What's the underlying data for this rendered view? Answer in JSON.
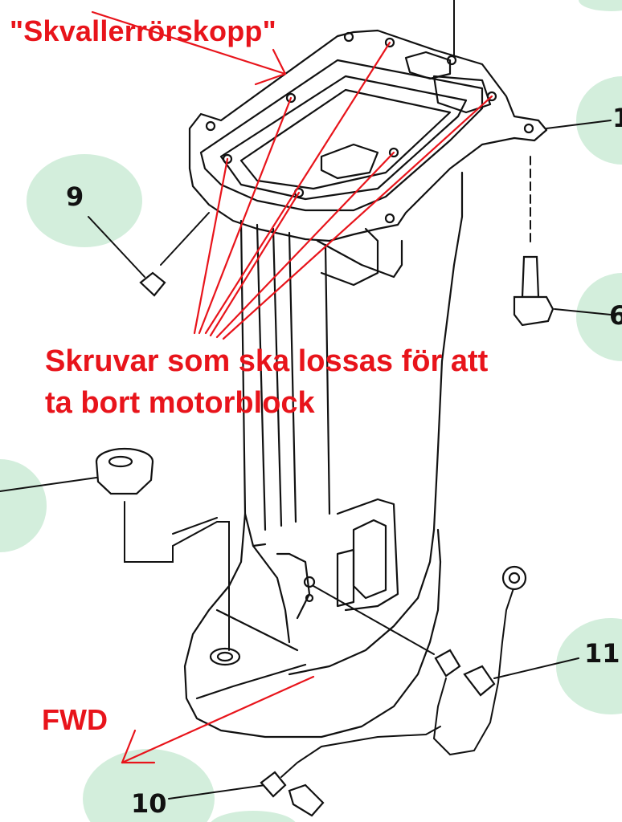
{
  "annotations": {
    "title": "\"Skvallerrörskopp\"",
    "bolts_line1": "Skruvar som ska lossas för att",
    "bolts_line2": "ta bort motorblock",
    "forward": "FWD"
  },
  "callouts": {
    "c9": "9",
    "c10": "10",
    "c11": "11",
    "c6": "6",
    "c_top_right": "1"
  },
  "colors": {
    "annotation_red": "#e8141b",
    "callout_bubble": "#d3eedc",
    "line_art": "#111111",
    "background": "#ffffff"
  }
}
